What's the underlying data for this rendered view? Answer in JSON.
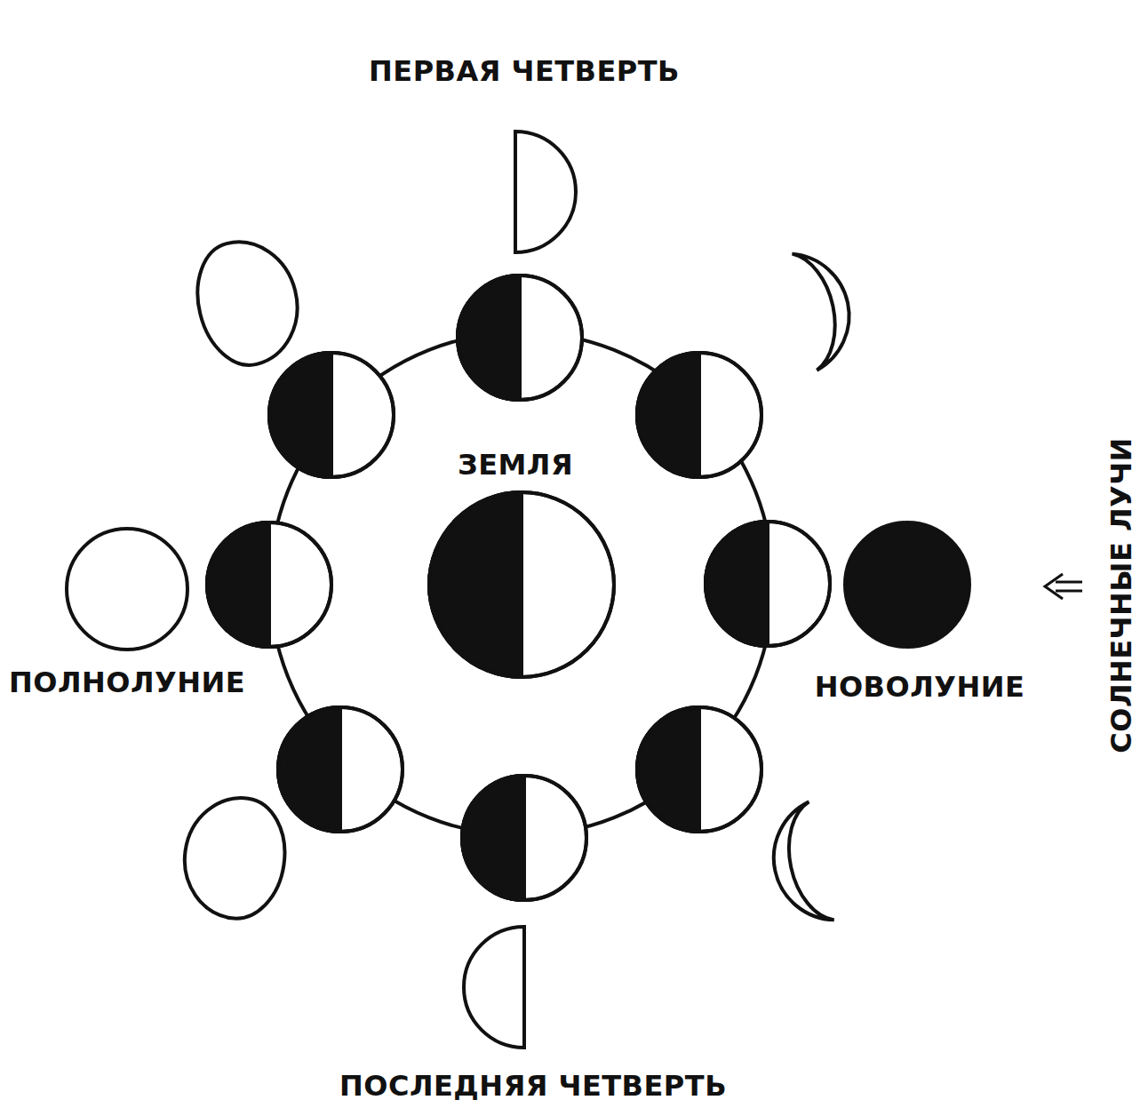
{
  "diagram": {
    "labels": [
      "ПЕРВАЯ ЧЕТВЕРТЬ",
      "ЗЕМЛЯ",
      "ПОЛНОЛУНИЕ",
      "НОВОЛУНИЕ",
      "ПОСЛЕДНЯЯ ЧЕТВЕРТЬ",
      "СОЛНЕЧНЫЕ ЛУЧИ"
    ]
  }
}
